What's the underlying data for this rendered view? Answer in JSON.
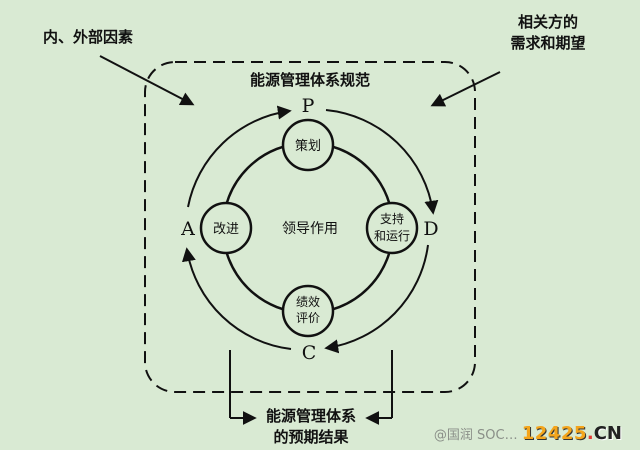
{
  "diagram": {
    "external_left": "内、外部因素",
    "external_right_line1": "相关方的",
    "external_right_line2": "需求和期望",
    "scope_title": "能源管理体系规范",
    "center": "领导作用",
    "node_top": "策划",
    "node_right_line1": "支持",
    "node_right_line2": "和运行",
    "node_bottom_line1": "绩效",
    "node_bottom_line2": "评价",
    "node_left": "改进",
    "cycle_p": "P",
    "cycle_d": "D",
    "cycle_c": "C",
    "cycle_a": "A",
    "output_line1": "能源管理体系",
    "output_line2": "的预期结果"
  },
  "watermark": {
    "source": "@国润 SOC…",
    "site_number": "12425",
    "site_dot": ".",
    "site_tld": "CN"
  },
  "colors": {
    "background": "#d9ead3",
    "node_fill": "#d9ead3",
    "stroke": "#111111",
    "site_number": "#f4a51c"
  }
}
